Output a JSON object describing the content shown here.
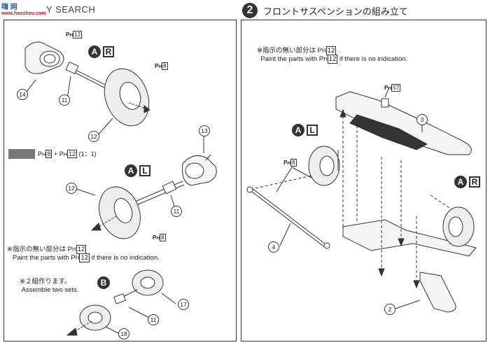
{
  "watermark": {
    "brand": "嗨 网",
    "site": "www.haoshou.com",
    "overlay": "Y SEARCH"
  },
  "step2": {
    "number": "2",
    "title": "フロントサスペンションの組み立て"
  },
  "left_panel": {
    "side_AR": {
      "letter": "A",
      "side": "R"
    },
    "side_AL": {
      "letter": "A",
      "side": "L"
    },
    "side_B": {
      "letter": "B"
    },
    "ph_labels": {
      "ph12_top": "12",
      "ph8_disc": "8",
      "ph8_lower": "8",
      "ph12_mid": "12"
    },
    "paint_mix": {
      "p1": "8",
      "p2": "12",
      "ratio": "(1：1)"
    },
    "note_jp": "※指示の無い部分は",
    "note_ph": "12",
    "note_en_pre": "Paint the parts with",
    "note_en_post": "if there is no indication.",
    "sets_jp": "※２組作ります。",
    "sets_en": "Assemble two sets.",
    "parts": {
      "p14": "14",
      "p11a": "11",
      "p12a": "12",
      "p13": "13",
      "p12b": "12",
      "p11b": "11",
      "p17": "17",
      "p11c": "11",
      "p18": "18"
    }
  },
  "right_panel": {
    "note_jp": "※指示の無い部分は",
    "note_ph": "12",
    "note_en_pre": "Paint the parts with",
    "note_en_post": "if there is no indication.",
    "ph57": "57",
    "ph8": "8",
    "side_AL": {
      "letter": "A",
      "side": "L"
    },
    "side_AR": {
      "letter": "A",
      "side": "R"
    },
    "parts": {
      "p3": "3",
      "p4": "4",
      "p2": "2"
    }
  },
  "colors": {
    "swatch": "#777777",
    "line": "#333333"
  }
}
